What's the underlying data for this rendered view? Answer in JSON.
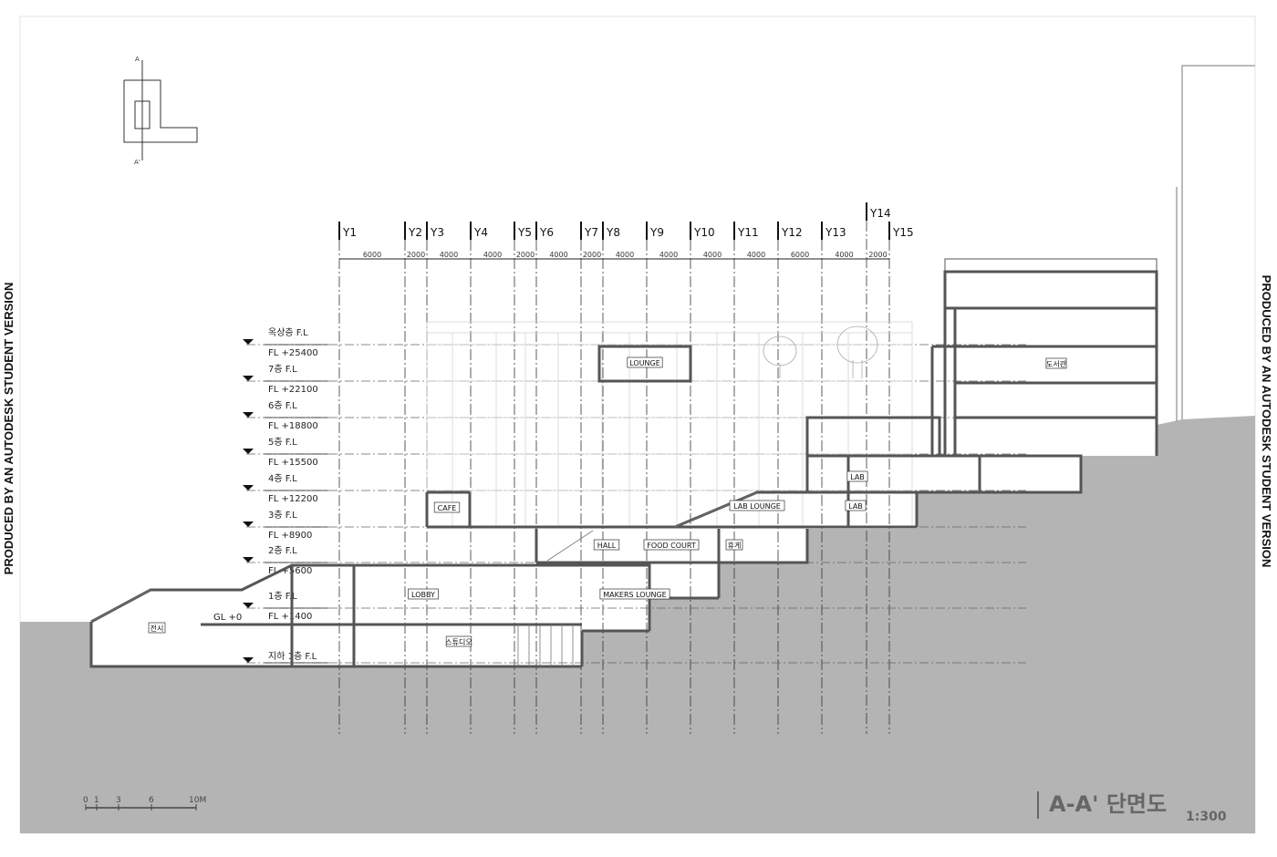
{
  "watermark": "PRODUCED BY AN AUTODESK STUDENT VERSION",
  "key_plan": {
    "top_label": "A",
    "bottom_label": "A'"
  },
  "grid_labels": [
    "Y1",
    "Y2",
    "Y3",
    "Y4",
    "Y5",
    "Y6",
    "Y7",
    "Y8",
    "Y9",
    "Y10",
    "Y11",
    "Y12",
    "Y13",
    "Y14",
    "Y15"
  ],
  "grid_dims": [
    "6000",
    "2000",
    "4000",
    "4000",
    "2000",
    "4000",
    "2000",
    "4000",
    "4000",
    "4000",
    "4000",
    "6000",
    "4000",
    "2000"
  ],
  "levels": [
    {
      "name": "옥상층 F.L",
      "fl": "FL +25400"
    },
    {
      "name": "7층 F.L",
      "fl": "FL +22100"
    },
    {
      "name": "6층 F.L",
      "fl": "FL +18800"
    },
    {
      "name": "5층 F.L",
      "fl": "FL +15500"
    },
    {
      "name": "4층 F.L",
      "fl": "FL +12200"
    },
    {
      "name": "3층 F.L",
      "fl": "FL +8900"
    },
    {
      "name": "2층 F.L",
      "fl": "FL +5600"
    },
    {
      "name": "1층 F.L",
      "fl": "FL +1400"
    },
    {
      "name": "지하 1층 F.L",
      "fl": ""
    }
  ],
  "ground_label": "GL +0",
  "rooms": {
    "lounge": "LOUNGE",
    "cafe": "CAFE",
    "lab_upper": "LAB",
    "lab_lower": "LAB",
    "lab_lounge": "LAB LOUNGE",
    "hall": "HALL",
    "food_court": "FOOD COURT",
    "room_3f": "휴게",
    "lobby": "LOBBY",
    "makers_lounge": "MAKERS LOUNGE",
    "exhibit": "전시",
    "studio": "스튜디오",
    "library": "도서관"
  },
  "scale_bar": [
    "0",
    "1",
    "3",
    "6",
    "10M"
  ],
  "drawing_title": "A-A' 단면도",
  "drawing_scale": "1:300"
}
